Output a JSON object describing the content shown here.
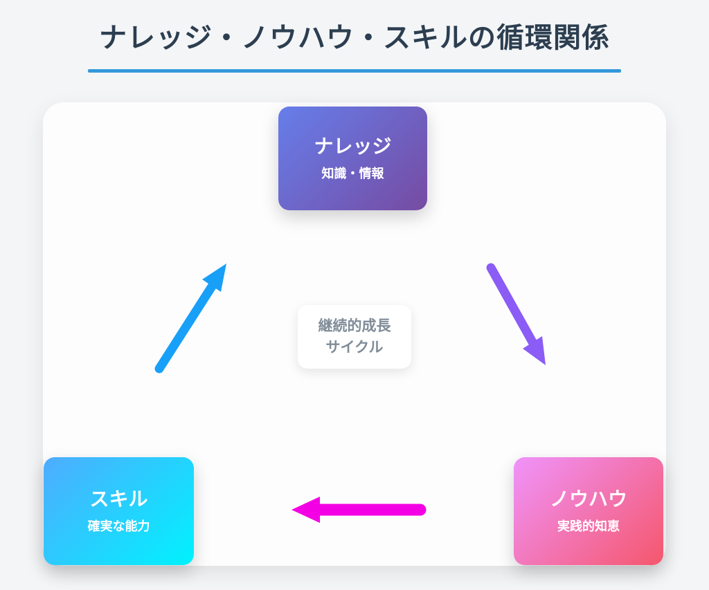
{
  "header": {
    "title": "ナレッジ・ノウハウ・スキルの循環関係"
  },
  "diagram": {
    "nodes": {
      "knowledge": {
        "title": "ナレッジ",
        "subtitle": "知識・情報"
      },
      "knowhow": {
        "title": "ノウハウ",
        "subtitle": "実践的知恵"
      },
      "skill": {
        "title": "スキル",
        "subtitle": "確実な能力"
      }
    },
    "center": {
      "line1": "継続的成長",
      "line2": "サイクル"
    }
  },
  "colors": {
    "page_bg": "#f4f5f7",
    "title_text": "#2c3e50",
    "underline": "#3498db",
    "knowledge_from": "#667eea",
    "knowledge_to": "#764ba2",
    "knowhow_from": "#f093fb",
    "knowhow_to": "#f5576c",
    "skill_from": "#4facfe",
    "skill_to": "#00f2fe",
    "center_text": "#7f8c98",
    "arrow_knowledge_to_knowhow": "#8b5cf6",
    "arrow_knowhow_to_skill": "#f400e4",
    "arrow_skill_to_knowledge": "#18a0f8"
  }
}
